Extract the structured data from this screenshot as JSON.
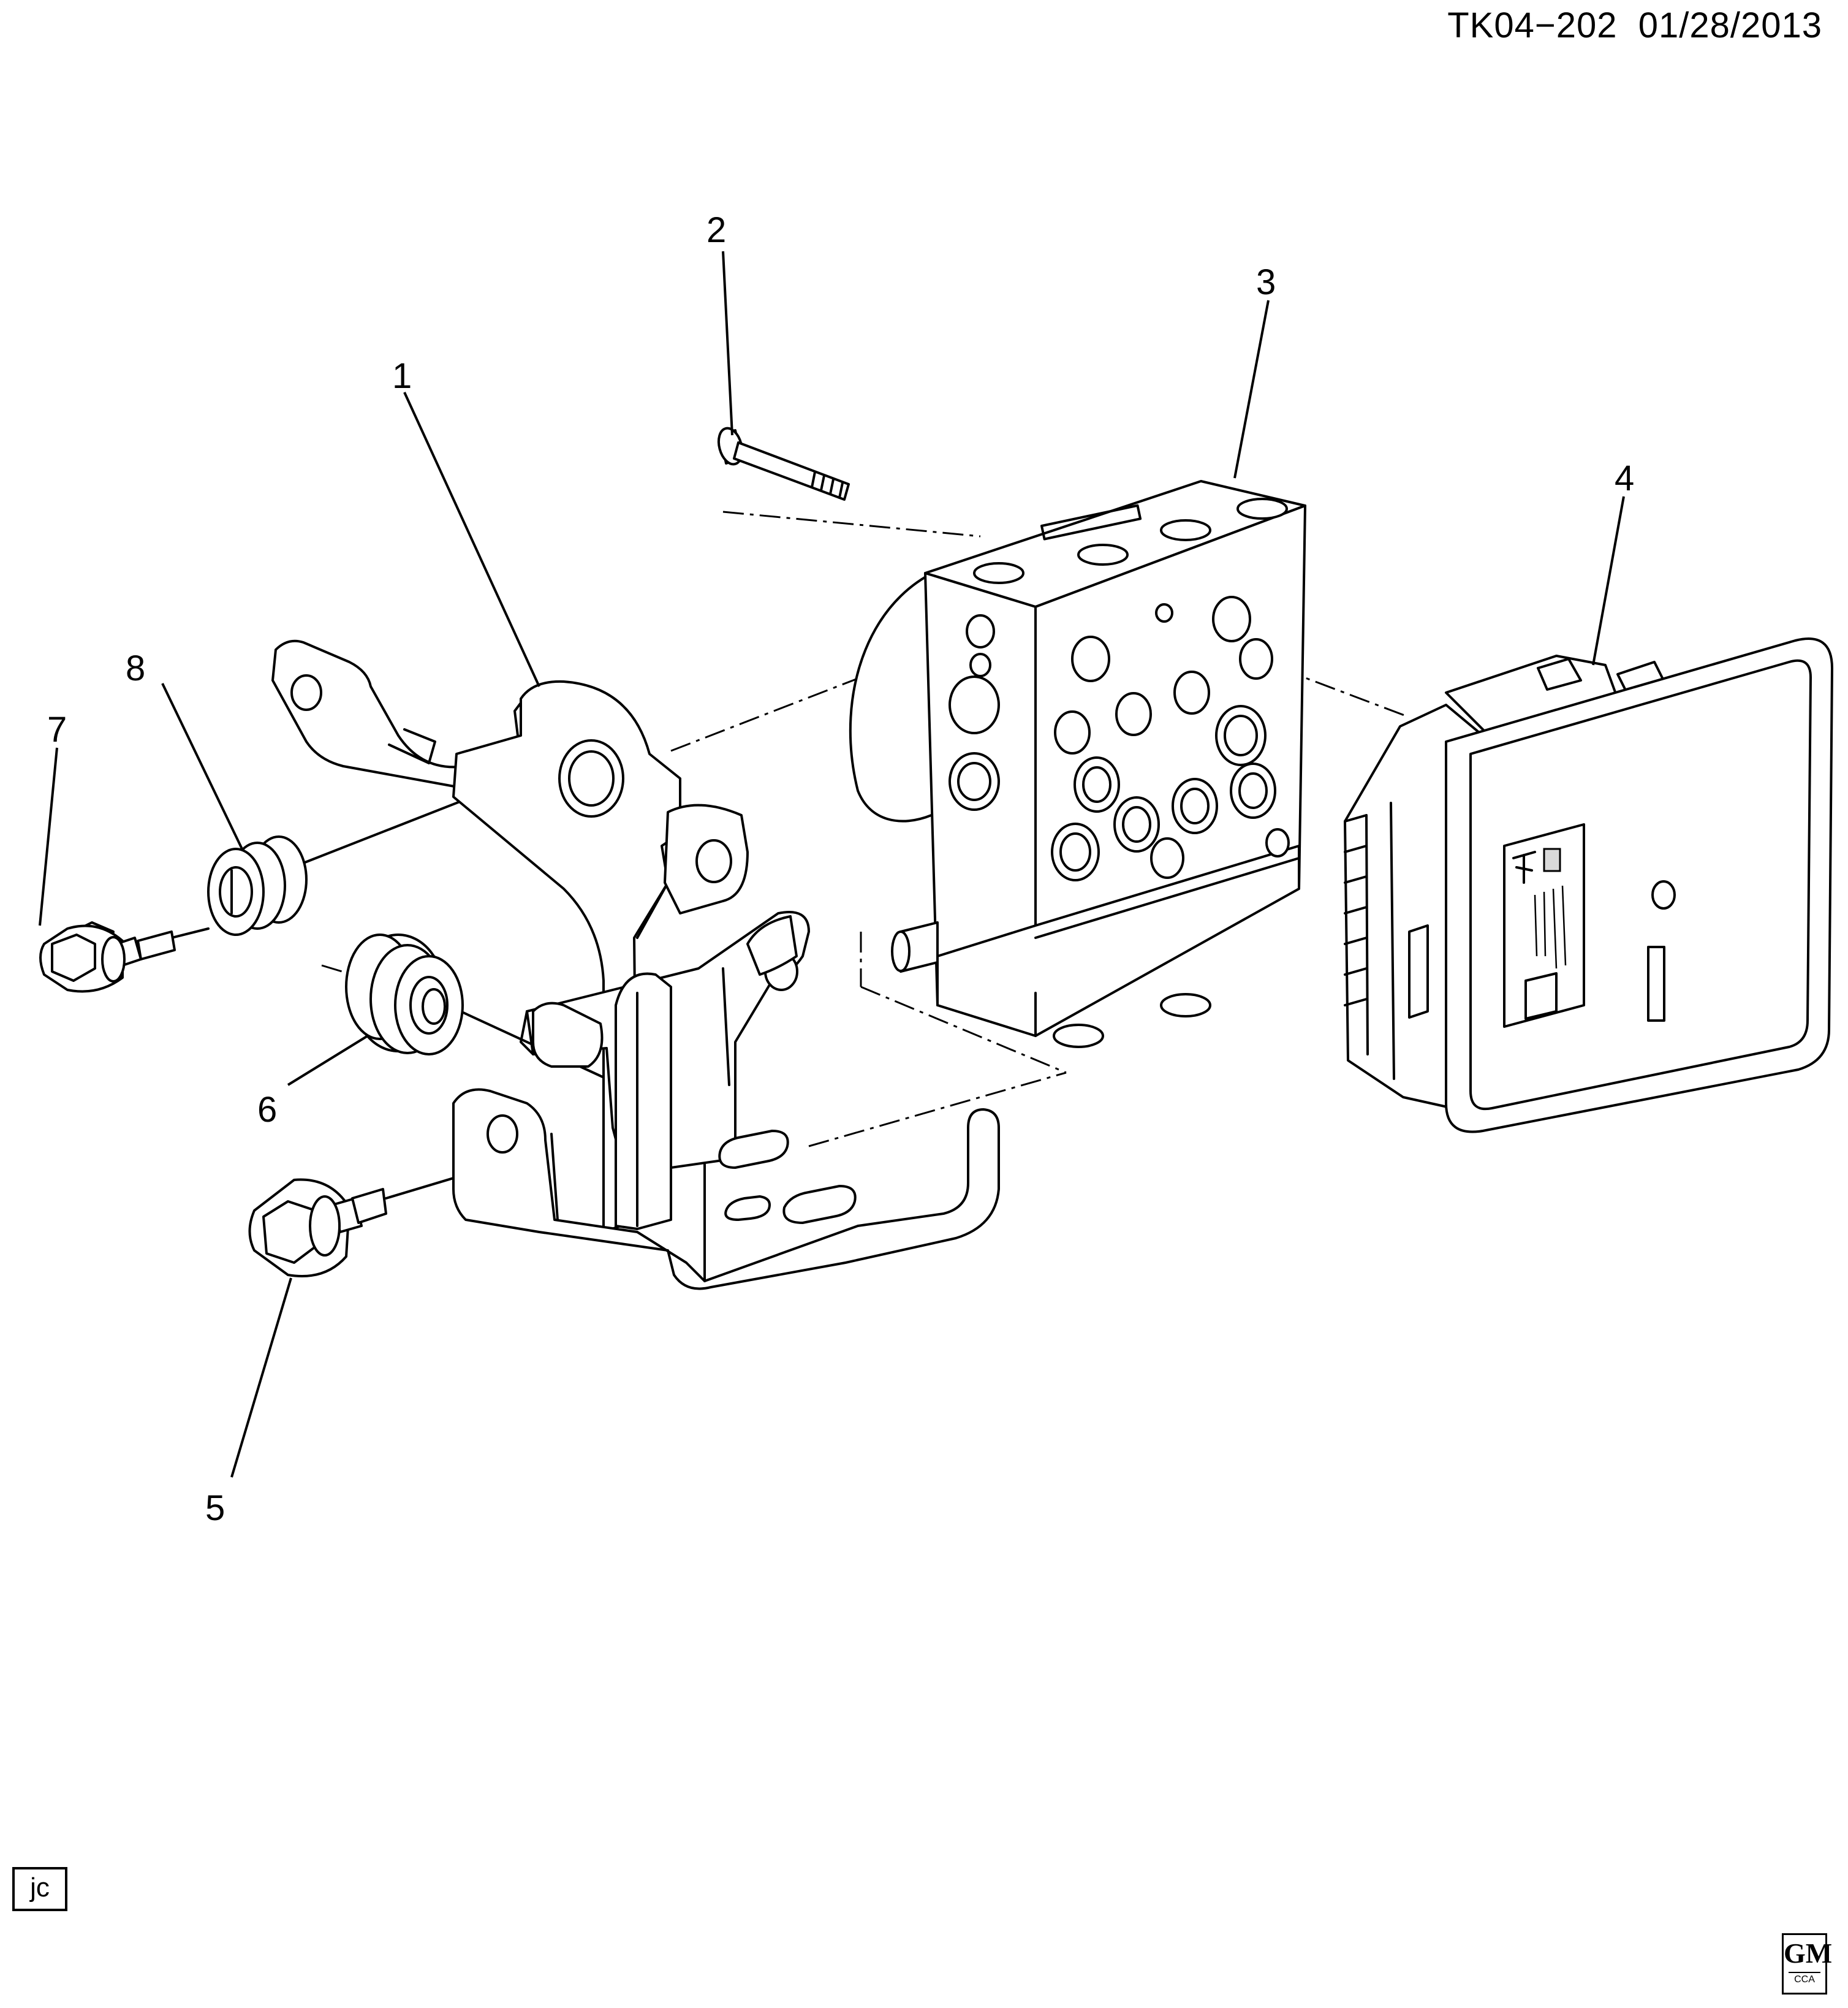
{
  "header": {
    "code": "TK04−202  01/28/2013"
  },
  "callouts": [
    "1",
    "2",
    "3",
    "4",
    "5",
    "6",
    "7",
    "8"
  ],
  "footer": {
    "drafter_initials": "jc",
    "logo_text": "GM",
    "logo_subtext": "CCA"
  }
}
